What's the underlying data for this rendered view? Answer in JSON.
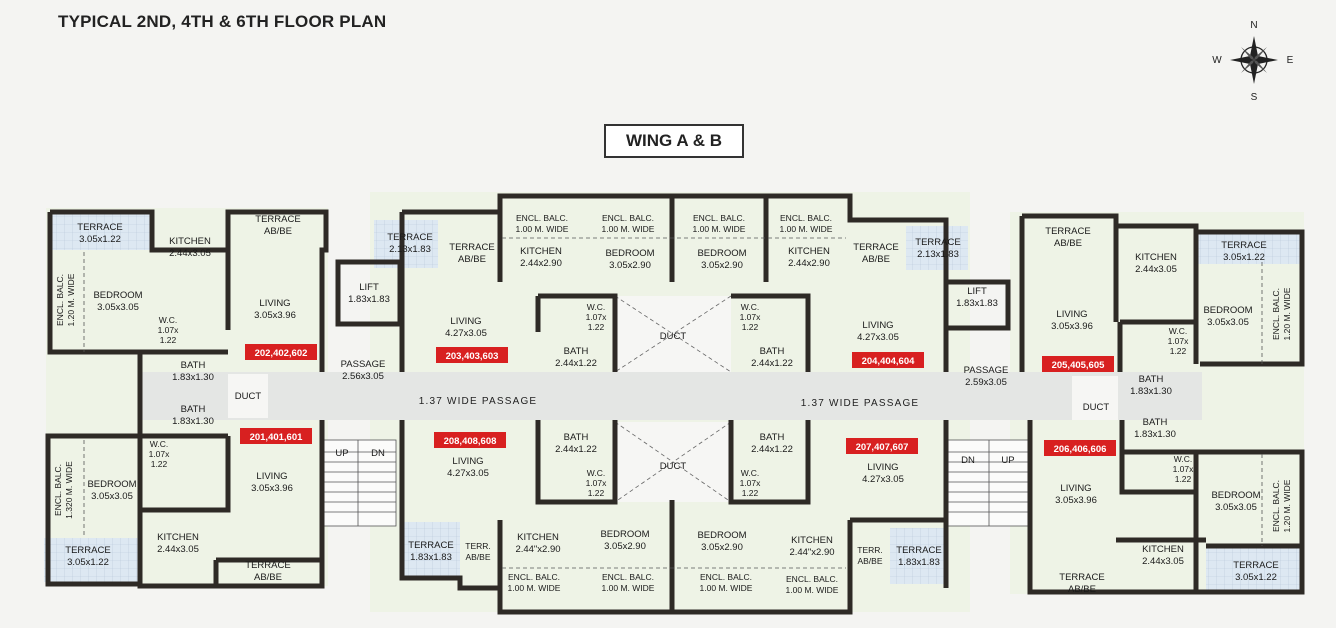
{
  "title": "TYPICAL 2ND, 4TH & 6TH FLOOR PLAN",
  "wing": "WING A & B",
  "compass": {
    "n": "N",
    "s": "S",
    "e": "E",
    "w": "W"
  },
  "colors": {
    "wall": "#2e2a26",
    "room": "#eef3e6",
    "terrace": "#dde8f2",
    "tag": "#d82020",
    "passage": "#e4e6e4"
  },
  "rooms": {
    "t1": [
      "TERRACE",
      "3.05x1.22"
    ],
    "k1": [
      "KITCHEN",
      "2.44x3.05"
    ],
    "ta1": [
      "TERRACE",
      "AB/BE"
    ],
    "eb1": [
      "ENCL. BALC.",
      "1.20 M. WIDE"
    ],
    "b1": [
      "BEDROOM",
      "3.05x3.05"
    ],
    "wc1": [
      "W.C.",
      "1.07x",
      "1.22"
    ],
    "l1": [
      "LIVING",
      "3.05x3.96"
    ],
    "bath1": [
      "BATH",
      "1.83x1.30"
    ],
    "duct1": [
      "DUCT"
    ],
    "bath2": [
      "BATH",
      "1.83x1.30"
    ],
    "wc2": [
      "W.C.",
      "1.07x",
      "1.22"
    ],
    "eb2": [
      "ENCL. BALC.",
      "1.320 M. WIDE"
    ],
    "b2": [
      "BEDROOM",
      "3.05x3.05"
    ],
    "l2": [
      "LIVING",
      "3.05x3.96"
    ],
    "t2": [
      "TERRACE",
      "3.05x1.22"
    ],
    "k2": [
      "KITCHEN",
      "2.44x3.05"
    ],
    "ta2": [
      "TERRACE",
      "AB/BE"
    ],
    "lift1": [
      "LIFT",
      "1.83x1.83"
    ],
    "pass1": [
      "PASSAGE",
      "2.56x3.05"
    ],
    "t3": [
      "TERRACE",
      "2.13x1.83"
    ],
    "ta3": [
      "TERRACE",
      "AB/BE"
    ],
    "eb3": [
      "ENCL. BALC.",
      "1.00 M. WIDE"
    ],
    "eb4": [
      "ENCL. BALC.",
      "1.00 M. WIDE"
    ],
    "eb5": [
      "ENCL. BALC.",
      "1.00 M. WIDE"
    ],
    "eb6": [
      "ENCL. BALC.",
      "1.00 M. WIDE"
    ],
    "k3": [
      "KITCHEN",
      "2.44x2.90"
    ],
    "b3": [
      "BEDROOM",
      "3.05x2.90"
    ],
    "b4": [
      "BEDROOM",
      "3.05x2.90"
    ],
    "k4": [
      "KITCHEN",
      "2.44x2.90"
    ],
    "ta4": [
      "TERRACE",
      "AB/BE"
    ],
    "t4": [
      "TERRACE",
      "2.13x1.83"
    ],
    "l3": [
      "LIVING",
      "4.27x3.05"
    ],
    "wc3": [
      "W.C.",
      "1.07x",
      "1.22"
    ],
    "wc4": [
      "W.C.",
      "1.07x",
      "1.22"
    ],
    "l4": [
      "LIVING",
      "4.27x3.05"
    ],
    "duct2": [
      "DUCT"
    ],
    "bath3": [
      "BATH",
      "2.44x1.22"
    ],
    "bath4": [
      "BATH",
      "2.44x1.22"
    ],
    "lift2": [
      "LIFT",
      "1.83x1.83"
    ],
    "pass2": [
      "PASSAGE",
      "2.59x3.05"
    ],
    "l5": [
      "LIVING",
      "4.27x3.05"
    ],
    "l6": [
      "LIVING",
      "4.27x3.05"
    ],
    "bath5": [
      "BATH",
      "2.44x1.22"
    ],
    "bath6": [
      "BATH",
      "2.44x1.22"
    ],
    "duct3": [
      "DUCT"
    ],
    "wc5": [
      "W.C.",
      "1.07x",
      "1.22"
    ],
    "wc6": [
      "W.C.",
      "1.07x",
      "1.22"
    ],
    "t5": [
      "TERRACE",
      "1.83x1.83"
    ],
    "terr1": [
      "TERR.",
      "AB/BE"
    ],
    "k5": [
      "KITCHEN",
      "2.44\"x2.90"
    ],
    "b5": [
      "BEDROOM",
      "3.05x2.90"
    ],
    "b6": [
      "BEDROOM",
      "3.05x2.90"
    ],
    "k6": [
      "KITCHEN",
      "2.44\"x2.90"
    ],
    "terr2": [
      "TERR.",
      "AB/BE"
    ],
    "t6": [
      "TERRACE",
      "1.83x1.83"
    ],
    "eb7": [
      "ENCL. BALC.",
      "1.00 M. WIDE"
    ],
    "eb8": [
      "ENCL. BALC.",
      "1.00 M. WIDE"
    ],
    "eb9": [
      "ENCL. BALC.",
      "1.00 M. WIDE"
    ],
    "eb10": [
      "ENCL. BALC.",
      "1.00 M. WIDE"
    ],
    "ta5": [
      "TERRACE",
      "AB/BE"
    ],
    "k7": [
      "KITCHEN",
      "2.44x3.05"
    ],
    "t7": [
      "TERRACE",
      "3.05x1.22"
    ],
    "l7": [
      "LIVING",
      "3.05x3.96"
    ],
    "b7": [
      "BEDROOM",
      "3.05x3.05"
    ],
    "eb11": [
      "ENCL. BALC.",
      "1.20 M. WIDE"
    ],
    "wc7": [
      "W.C.",
      "1.07x",
      "1.22"
    ],
    "bath7": [
      "BATH",
      "1.83x1.30"
    ],
    "duct4": [
      "DUCT"
    ],
    "bath8": [
      "BATH",
      "1.83x1.30"
    ],
    "wc8": [
      "W.C.",
      "1.07x",
      "1.22"
    ],
    "l8": [
      "LIVING",
      "3.05x3.96"
    ],
    "b8": [
      "BEDROOM",
      "3.05x3.05"
    ],
    "eb12": [
      "ENCL. BALC.",
      "1.20 M. WIDE"
    ],
    "k8": [
      "KITCHEN",
      "2.44x3.05"
    ],
    "ta6": [
      "TERRACE",
      "AB/BE"
    ],
    "t8": [
      "TERRACE",
      "3.05x1.22"
    ]
  },
  "tags": {
    "u202": "202,402,602",
    "u201": "201,401,601",
    "u203": "203,403,603",
    "u208": "208,408,608",
    "u204": "204,404,604",
    "u207": "207,407,607",
    "u205": "205,405,605",
    "u206": "206,406,606"
  },
  "passage": {
    "left": "1.37 WIDE PASSAGE",
    "right": "1.37 WIDE PASSAGE"
  },
  "stairs": {
    "left_up": "UP",
    "left_dn": "DN",
    "right_dn": "DN",
    "right_up": "UP"
  }
}
